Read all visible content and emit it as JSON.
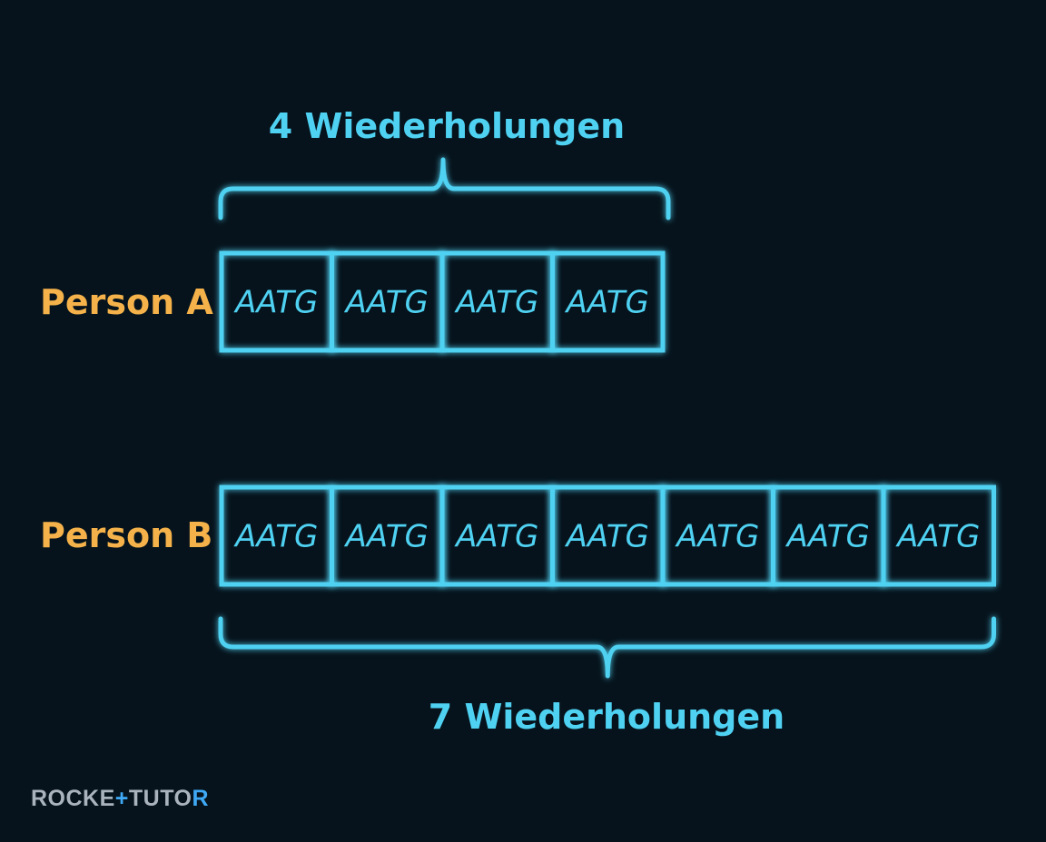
{
  "colors": {
    "background": "#06131c",
    "cyan": "#4fd1f2",
    "cyan_glow": "#1fb8ee",
    "orange": "#f5b24a",
    "logo_text": "#a9b3bd",
    "logo_accent": "#3fa9f5"
  },
  "rows": [
    {
      "label": "Person A",
      "repeat_unit": "AATG",
      "repeat_count": 4,
      "cells": [
        "AATG",
        "AATG",
        "AATG",
        "AATG"
      ],
      "brace_label": "4 Wiederholungen",
      "brace_position": "above"
    },
    {
      "label": "Person B",
      "repeat_unit": "AATG",
      "repeat_count": 7,
      "cells": [
        "AATG",
        "AATG",
        "AATG",
        "AATG",
        "AATG",
        "AATG",
        "AATG"
      ],
      "brace_label": "7 Wiederholungen",
      "brace_position": "below"
    }
  ],
  "logo": {
    "part1": "ROCKE",
    "accent": "+",
    "part2": "TUTO",
    "part3": "R"
  }
}
